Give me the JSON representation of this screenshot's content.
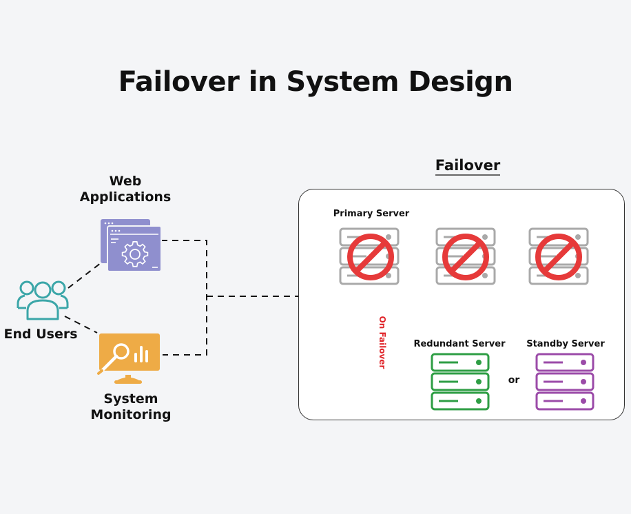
{
  "title": "Failover in System Design",
  "colors": {
    "background": "#f4f5f7",
    "web_app": "#8f8fce",
    "end_users": "#3ba6a8",
    "monitoring": "#eeab46",
    "failed_server": "#a9a9a9",
    "prohibited": "#e63a3a",
    "redundant_server": "#2e9e44",
    "standby_server": "#9b4ba8",
    "failover_arrow": "#e0262b"
  },
  "left": {
    "web_applications": {
      "label": "Web Applications",
      "icon": "web-app-gear-icon"
    },
    "end_users": {
      "label": "End Users",
      "icon": "users-group-icon"
    },
    "system_monitoring": {
      "label": "System Monitoring",
      "icon": "monitor-analytics-icon"
    }
  },
  "failover": {
    "heading": "Failover",
    "failed_servers": [
      {
        "label": "Primary Server",
        "icon": "server-rack-icon",
        "status": "prohibited"
      },
      {
        "label": "",
        "icon": "server-rack-icon",
        "status": "prohibited"
      },
      {
        "label": "",
        "icon": "server-rack-icon",
        "status": "prohibited"
      }
    ],
    "arrow_label": "On Failover",
    "redundant": {
      "label": "Redundant Server",
      "icon": "server-rack-icon"
    },
    "or_label": "or",
    "standby": {
      "label": "Standby Server",
      "icon": "server-rack-icon"
    }
  }
}
